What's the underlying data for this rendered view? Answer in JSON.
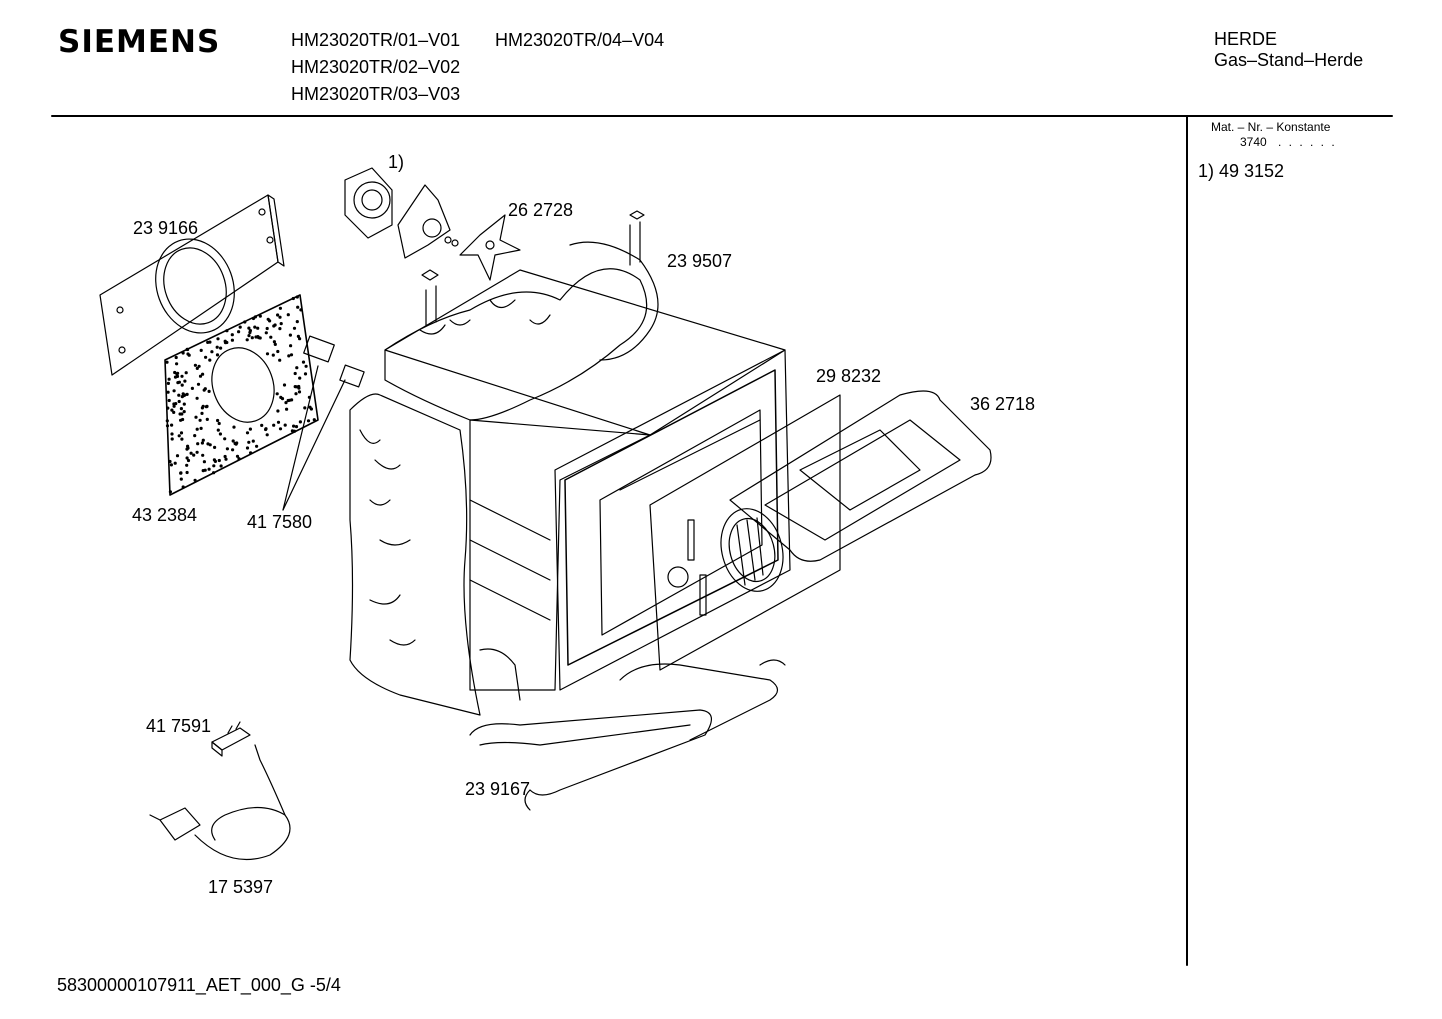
{
  "header": {
    "brand": "SIEMENS",
    "models": [
      "HM23020TR/01–V01",
      "HM23020TR/04–V04",
      "HM23020TR/02–V02",
      "HM23020TR/03–V03"
    ],
    "category": "HERDE",
    "subcategory": "Gas–Stand–Herde"
  },
  "sidebar": {
    "heading": "Mat. – Nr. – Konstante",
    "constant": "3740",
    "dots": ". .   . . . .",
    "note": "1)  49 3152"
  },
  "parts": {
    "p239166": "23 9166",
    "p1": "1)",
    "p262728": "26 2728",
    "p239507": "23 9507",
    "p298232": "29 8232",
    "p362718": "36 2718",
    "p432384": "43 2384",
    "p417580": "41 7580",
    "p417591": "41 7591",
    "p239167": "23 9167",
    "p175397": "17 5397"
  },
  "footer": {
    "doc_id": "58300000107911_AET_000_G  -5/4"
  }
}
